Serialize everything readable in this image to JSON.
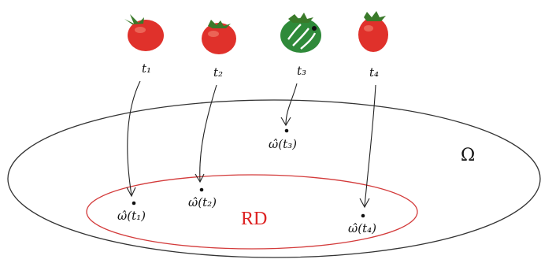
{
  "diagram": {
    "omega_label": "Ω",
    "region_label": "RD",
    "colors": {
      "tomato_red": "#e0312b",
      "tomato_green": "#2f8a3a",
      "stem": "#3a7a2a",
      "region": "#d33a3a",
      "outline": "#222222"
    },
    "items": [
      {
        "t_label": "t₁",
        "omega_label": "ω̂(t₁)",
        "style": "red"
      },
      {
        "t_label": "t₂",
        "omega_label": "ω̂(t₂)",
        "style": "red"
      },
      {
        "t_label": "t₃",
        "omega_label": "ω̂(t₃)",
        "style": "green-striped"
      },
      {
        "t_label": "t₄",
        "omega_label": "ω̂(t₄)",
        "style": "red"
      }
    ]
  }
}
